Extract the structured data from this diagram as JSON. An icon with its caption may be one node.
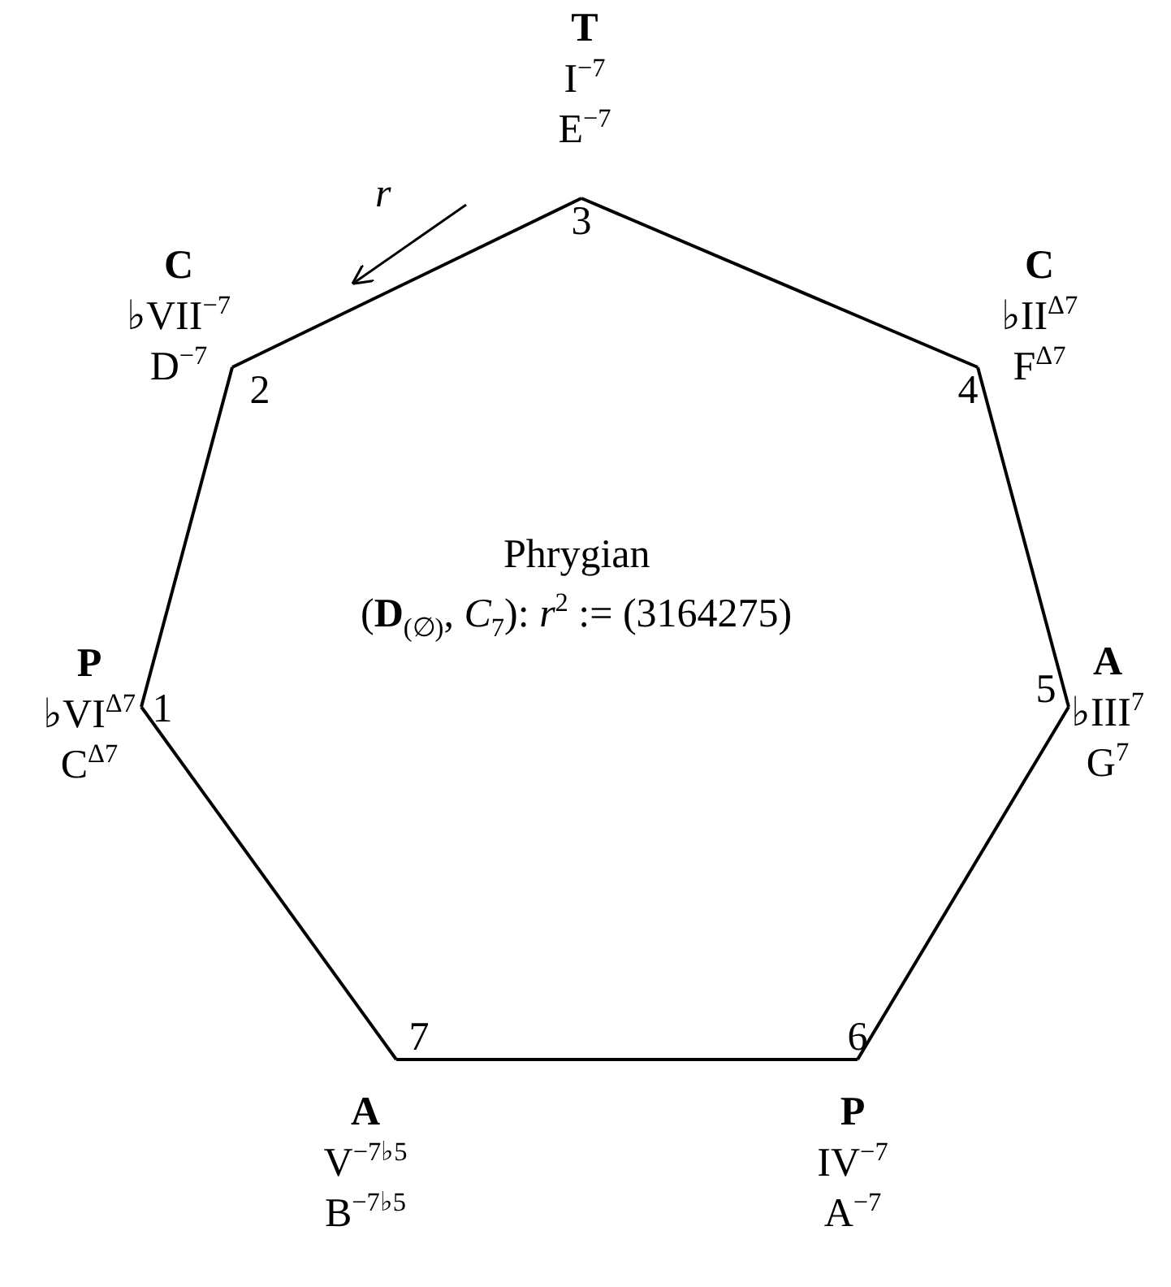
{
  "diagram": {
    "nodes": [
      {
        "text": [
          "1"
        ],
        "beside": [
          "P",
          "♭VI$^{Δ7}$",
          "C$^{Δ7}$"
        ]
      },
      {
        "text": [
          "2"
        ],
        "beside": [
          "C",
          "♭VII$^{−7}$",
          "D$^{−7}$"
        ]
      },
      {
        "text": [
          "3"
        ],
        "beside": [
          "T",
          "I$^{−7}$",
          "E$^{−7}$"
        ]
      },
      {
        "text": [
          "4"
        ],
        "beside": [
          "C",
          "♭II$^{Δ7}$",
          "F$^{Δ7}$"
        ]
      },
      {
        "text": [
          "5"
        ],
        "beside": [
          "A",
          "♭III$^{7}$",
          "G$^{7}$"
        ]
      },
      {
        "text": [
          "6"
        ],
        "beside": [
          "P",
          "IV$^{−7}$",
          "A$^{−7}$"
        ]
      },
      {
        "text": [
          "7"
        ],
        "beside": [
          "A",
          "V$^{−7♭5}$",
          "B$^{−7♭5}$"
        ]
      }
    ],
    "edges": [
      {
        "from": 0,
        "to": 1,
        "arrow": "none"
      },
      {
        "from": 1,
        "to": 2,
        "arrow": "none"
      },
      {
        "from": 2,
        "to": 3,
        "arrow": "none"
      },
      {
        "from": 3,
        "to": 4,
        "arrow": "none"
      },
      {
        "from": 4,
        "to": 5,
        "arrow": "none"
      },
      {
        "from": 5,
        "to": 6,
        "arrow": "none"
      },
      {
        "from": 6,
        "to": 0,
        "arrow": "none"
      }
    ],
    "labels": [
      "r",
      "Phrygian",
      "(**D**$_{(∅)}$, *C*$_{7}$): *r*$^{2}$ := (3164275)"
    ]
  }
}
